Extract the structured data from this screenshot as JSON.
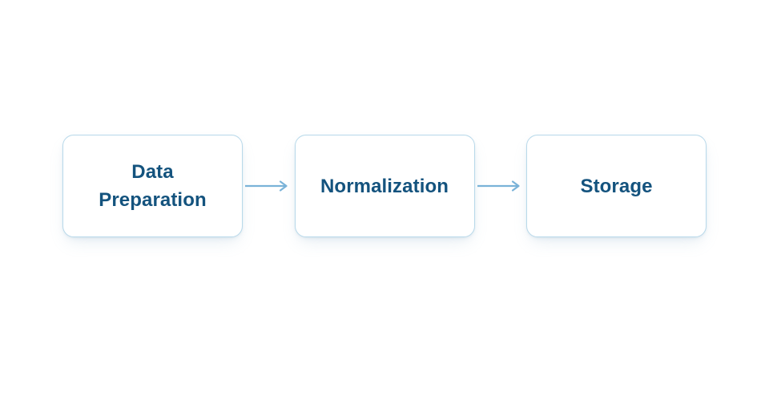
{
  "diagram": {
    "type": "flow-diagram",
    "orientation": "horizontal",
    "background_color": "#ffffff",
    "node_fill_color": "#ffffff",
    "node_border_color": "#b8d9ea",
    "node_text_color": "#14537e",
    "arrow_color": "#7ab3d8",
    "nodes": [
      {
        "id": "data-preparation",
        "label": "Data\nPreparation"
      },
      {
        "id": "normalization",
        "label": "Normalization"
      },
      {
        "id": "storage",
        "label": "Storage"
      }
    ],
    "connectors": [
      {
        "id": "arrow-1",
        "from": "data-preparation",
        "to": "normalization",
        "icon": "arrow-right-icon"
      },
      {
        "id": "arrow-2",
        "from": "normalization",
        "to": "storage",
        "icon": "arrow-right-icon"
      }
    ]
  }
}
